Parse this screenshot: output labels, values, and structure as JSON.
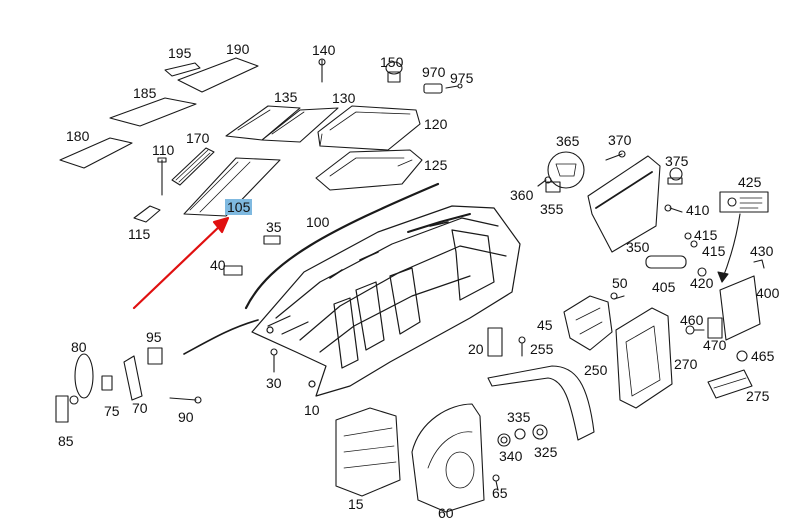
{
  "labels": [
    {
      "id": "195",
      "text": "195"
    },
    {
      "id": "190",
      "text": "190"
    },
    {
      "id": "185",
      "text": "185"
    },
    {
      "id": "180",
      "text": "180"
    },
    {
      "id": "170",
      "text": "170"
    },
    {
      "id": "110",
      "text": "110"
    },
    {
      "id": "115",
      "text": "115"
    },
    {
      "id": "105",
      "text": "105",
      "highlight": true
    },
    {
      "id": "140",
      "text": "140"
    },
    {
      "id": "150",
      "text": "150"
    },
    {
      "id": "970",
      "text": "970"
    },
    {
      "id": "975",
      "text": "975"
    },
    {
      "id": "135",
      "text": "135"
    },
    {
      "id": "130",
      "text": "130"
    },
    {
      "id": "120",
      "text": "120"
    },
    {
      "id": "125",
      "text": "125"
    },
    {
      "id": "100",
      "text": "100"
    },
    {
      "id": "35",
      "text": "35"
    },
    {
      "id": "40",
      "text": "40"
    },
    {
      "id": "365",
      "text": "365"
    },
    {
      "id": "370",
      "text": "370"
    },
    {
      "id": "375",
      "text": "375"
    },
    {
      "id": "360",
      "text": "360"
    },
    {
      "id": "355",
      "text": "355"
    },
    {
      "id": "350",
      "text": "350"
    },
    {
      "id": "410",
      "text": "410"
    },
    {
      "id": "415a",
      "text": "415"
    },
    {
      "id": "415b",
      "text": "415"
    },
    {
      "id": "425",
      "text": "425"
    },
    {
      "id": "430",
      "text": "430"
    },
    {
      "id": "400",
      "text": "400"
    },
    {
      "id": "420",
      "text": "420"
    },
    {
      "id": "405",
      "text": "405"
    },
    {
      "id": "50",
      "text": "50"
    },
    {
      "id": "45",
      "text": "45"
    },
    {
      "id": "460",
      "text": "460"
    },
    {
      "id": "470",
      "text": "470"
    },
    {
      "id": "465",
      "text": "465"
    },
    {
      "id": "270",
      "text": "270"
    },
    {
      "id": "275",
      "text": "275"
    },
    {
      "id": "250",
      "text": "250"
    },
    {
      "id": "255",
      "text": "255"
    },
    {
      "id": "20",
      "text": "20"
    },
    {
      "id": "95",
      "text": "95"
    },
    {
      "id": "80",
      "text": "80"
    },
    {
      "id": "75",
      "text": "75"
    },
    {
      "id": "70",
      "text": "70"
    },
    {
      "id": "90",
      "text": "90"
    },
    {
      "id": "85",
      "text": "85"
    },
    {
      "id": "30",
      "text": "30"
    },
    {
      "id": "10",
      "text": "10"
    },
    {
      "id": "15",
      "text": "15"
    },
    {
      "id": "60",
      "text": "60"
    },
    {
      "id": "65",
      "text": "65"
    },
    {
      "id": "335",
      "text": "335"
    },
    {
      "id": "340",
      "text": "340"
    },
    {
      "id": "325",
      "text": "325"
    }
  ],
  "colors": {
    "line": "#1a1a1a",
    "arrow": "#e01010",
    "highlight": "#7fb9e0"
  }
}
